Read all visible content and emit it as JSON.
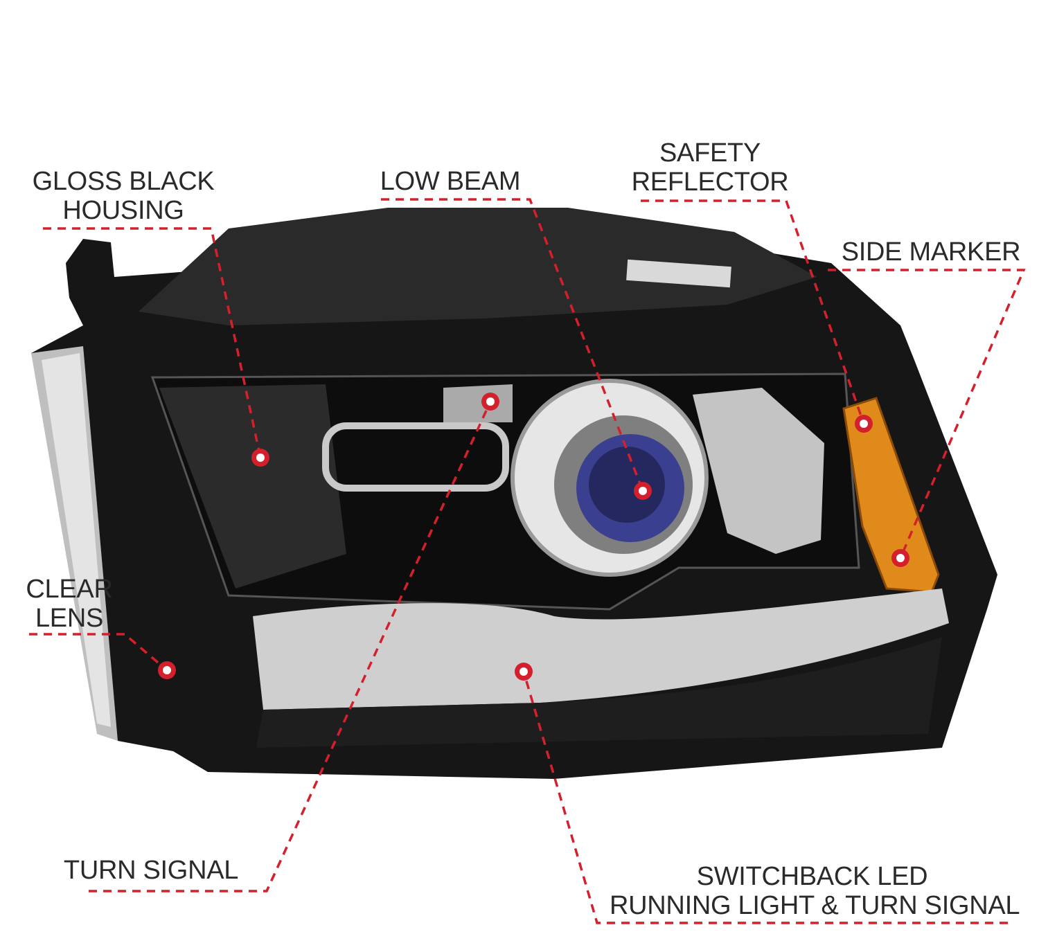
{
  "labels": {
    "gloss_black_housing": [
      "GLOSS BLACK",
      "HOUSING"
    ],
    "low_beam": "LOW BEAM",
    "safety_reflector": [
      "SAFETY",
      "REFLECTOR"
    ],
    "side_marker": "SIDE MARKER",
    "clear_lens": [
      "CLEAR",
      "LENS"
    ],
    "turn_signal": "TURN SIGNAL",
    "switchback_led": [
      "SWITCHBACK LED",
      "RUNNING LIGHT & TURN SIGNAL"
    ]
  },
  "colors": {
    "callout_red": "#d4202c",
    "housing": "#141414",
    "amber": "#e08a1c",
    "lens_blue": "#3a3f8f"
  }
}
